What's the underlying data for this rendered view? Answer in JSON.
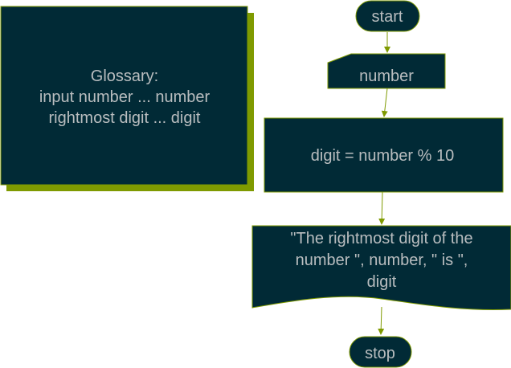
{
  "colors": {
    "node_fill": "#012a36",
    "node_stroke": "#7f9a00",
    "shadow": "#7f9a00",
    "text": "#b9bdbf",
    "arrow": "#7f9a00"
  },
  "glossary": {
    "lines": [
      "Glossary:",
      "input number ... number",
      "rightmost digit ... digit"
    ]
  },
  "flow": {
    "start": "start",
    "input": "number",
    "process": "digit = number % 10",
    "output_lines": [
      "\"The rightmost digit of the",
      "number \", number, \" is \",",
      "digit"
    ],
    "stop": "stop"
  }
}
